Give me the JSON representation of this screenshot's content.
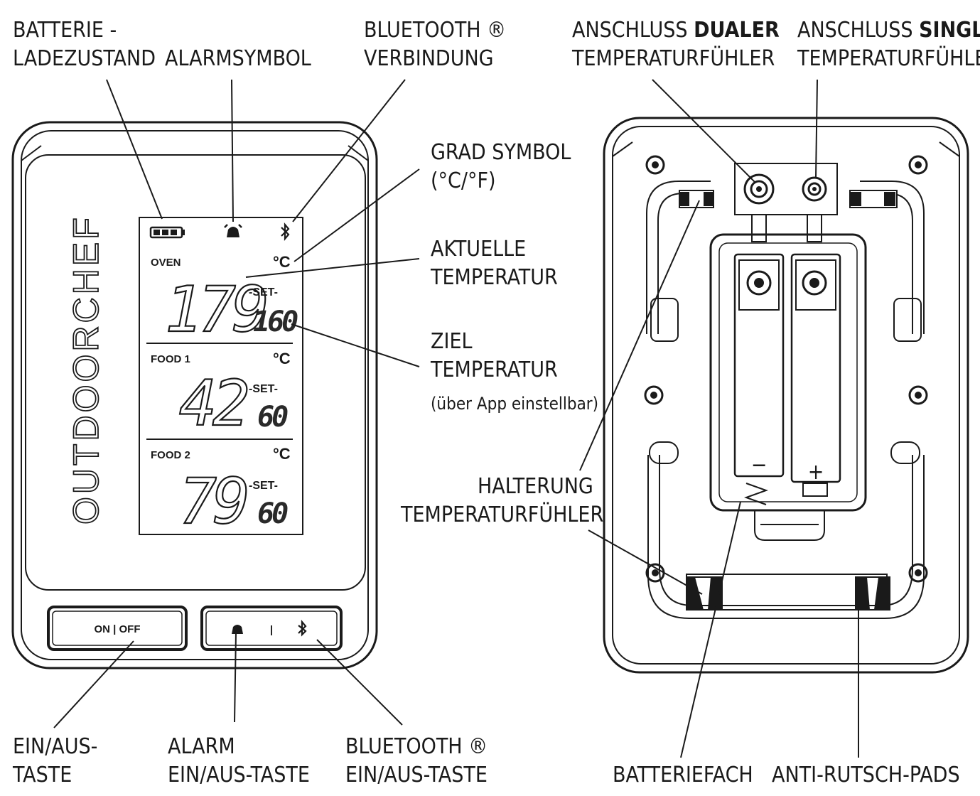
{
  "labels": {
    "battery": [
      "BATTERIE -",
      "LADEZUSTAND"
    ],
    "alarm_symbol": "ALARMSYMBOL",
    "bluetooth_connection": [
      "BLUETOOTH ®",
      "VERBINDUNG"
    ],
    "degree_symbol": [
      "GRAD SYMBOL",
      "(°C/°F)"
    ],
    "current_temp": [
      "AKTUELLE",
      "TEMPERATUR"
    ],
    "target_temp": [
      "ZIEL",
      "TEMPERATUR",
      "(über App einstellbar)"
    ],
    "probe_holder": [
      "HALTERUNG",
      "TEMPERATURFÜHLER"
    ],
    "dual_port": {
      "prefix": "ANSCHLUSS ",
      "bold": "DUALER",
      "line2": "TEMPERATURFÜHLER"
    },
    "single_port": {
      "prefix": "ANSCHLUSS ",
      "bold": "SINGLE",
      "line2": "TEMPERATURFÜHLER"
    },
    "power_button": [
      "EIN/AUS-",
      "TASTE"
    ],
    "alarm_button": [
      "ALARM",
      "EIN/AUS-TASTE"
    ],
    "bluetooth_button": [
      "BLUETOOTH ®",
      "EIN/AUS-TASTE"
    ],
    "battery_compartment": "BATTERIEFACH",
    "anti_slip": "ANTI-RUTSCH-PADS"
  },
  "device": {
    "brand": "OUTDOORCHEF",
    "button_power": "ON | OFF",
    "button_separator": "|",
    "unit": "°C",
    "set_label": "-SET-",
    "zones": [
      {
        "name": "OVEN",
        "current": "179",
        "target": "160"
      },
      {
        "name": "FOOD 1",
        "current": "42",
        "target": "60"
      },
      {
        "name": "FOOD 2",
        "current": "79",
        "target": "60"
      }
    ],
    "battery_minus": "−",
    "battery_plus": "+"
  }
}
